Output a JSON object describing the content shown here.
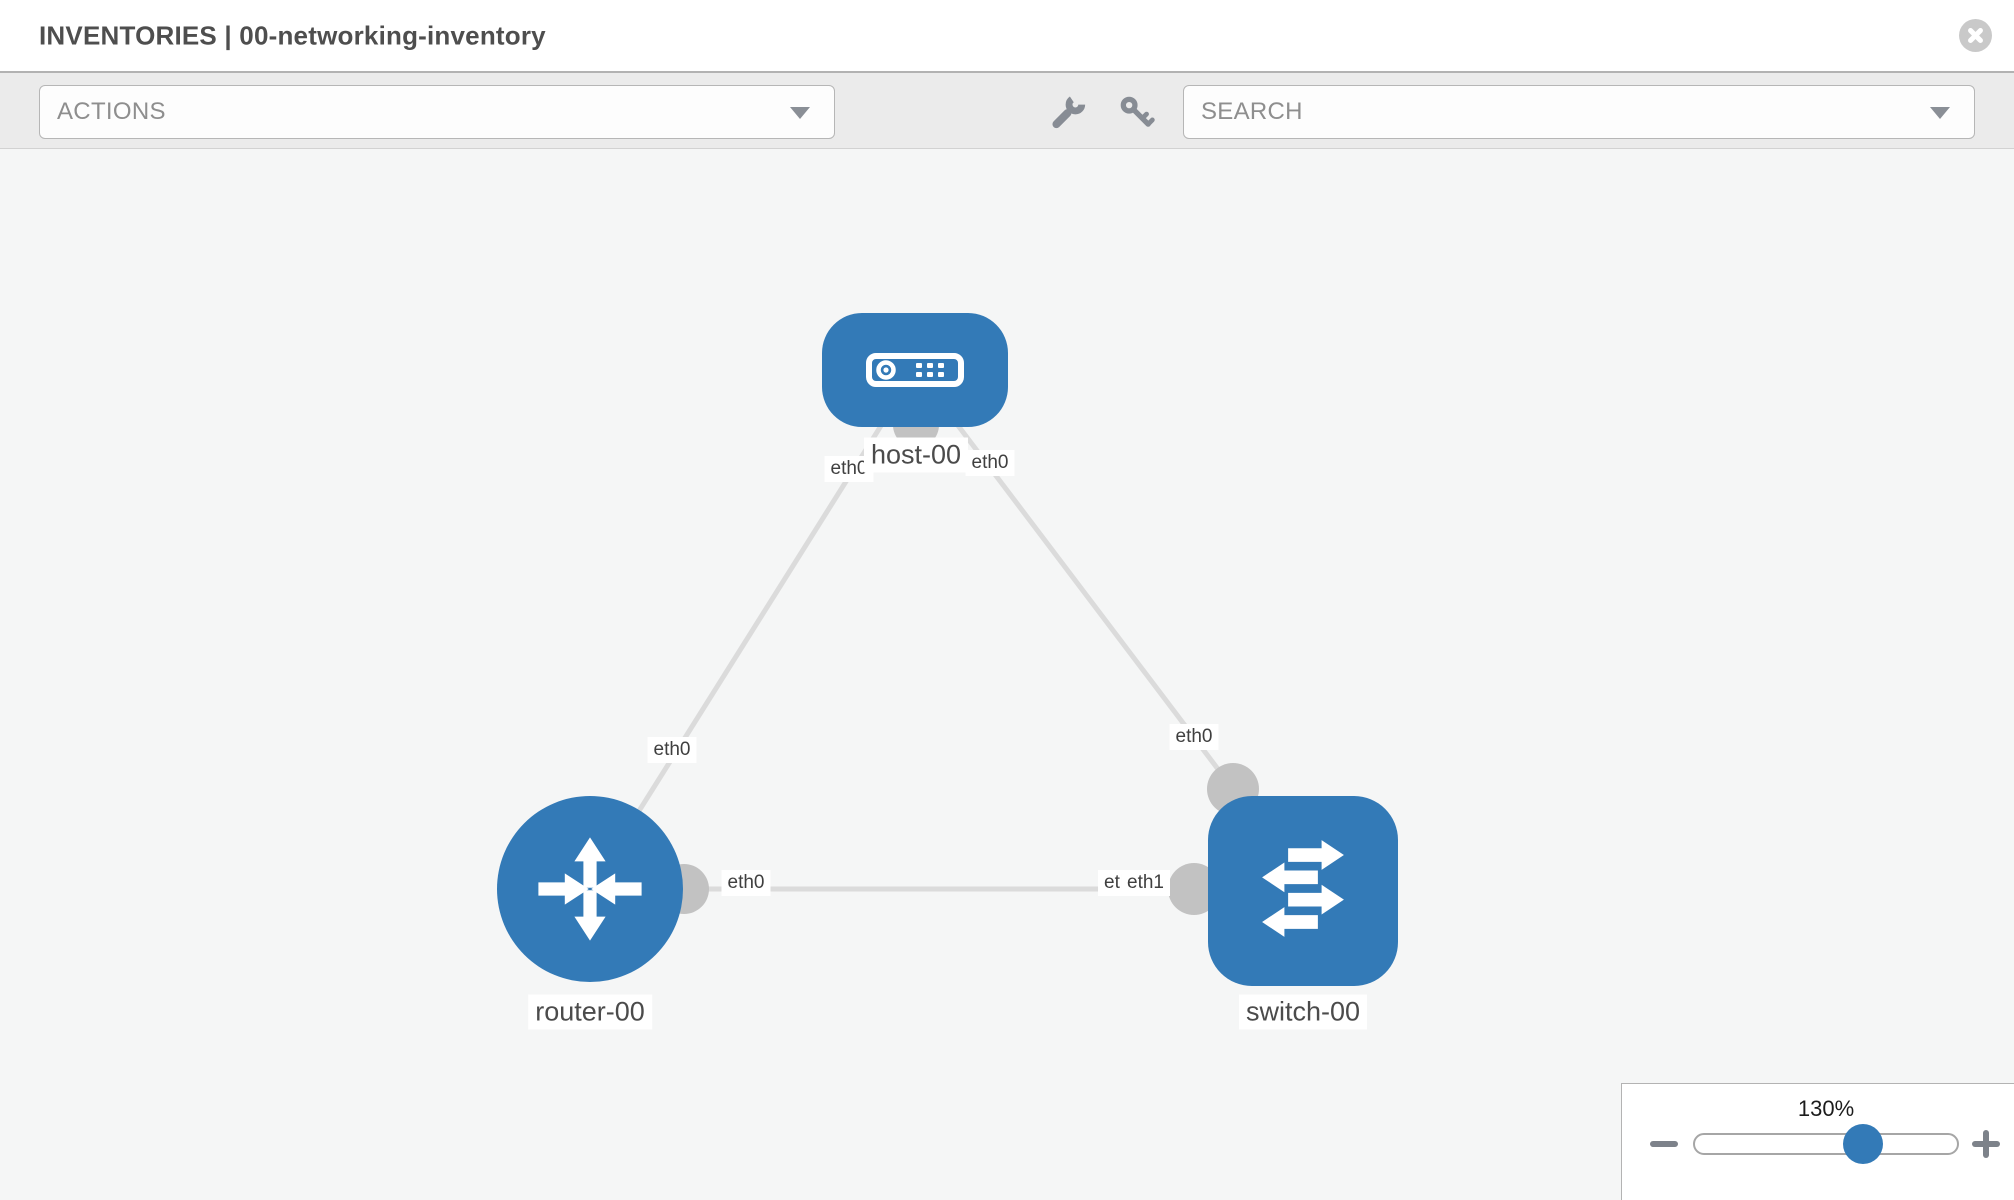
{
  "header": {
    "title": "INVENTORIES | 00-networking-inventory"
  },
  "toolbar": {
    "actions_placeholder": "ACTIONS",
    "search_placeholder": "SEARCH",
    "icons": [
      "wrench-icon",
      "key-icon"
    ]
  },
  "topology": {
    "nodes": [
      {
        "id": "host-00",
        "label": "host-00",
        "type": "host",
        "icon": "server-icon"
      },
      {
        "id": "router-00",
        "label": "router-00",
        "type": "router",
        "icon": "route-arrows-icon"
      },
      {
        "id": "switch-00",
        "label": "switch-00",
        "type": "switch",
        "icon": "exchange-arrows-icon"
      }
    ],
    "links": [
      {
        "from": "host-00",
        "to": "router-00",
        "from_interface": "eth0",
        "to_interface": "eth0"
      },
      {
        "from": "host-00",
        "to": "switch-00",
        "from_interface": "eth0",
        "to_interface": "eth0"
      },
      {
        "from": "router-00",
        "to": "switch-00",
        "from_interface": "eth0",
        "to_interface": "eth1"
      }
    ],
    "interface_labels": [
      {
        "id": "host-router-host-end",
        "text": "eth0"
      },
      {
        "id": "host-router-router-end",
        "text": "eth0"
      },
      {
        "id": "host-switch-host-end",
        "text": "eth0"
      },
      {
        "id": "host-switch-switch-end",
        "text": "eth0"
      },
      {
        "id": "router-switch-router-end",
        "text": "eth0"
      },
      {
        "id": "router-switch-switch-end-back",
        "text": "eth0"
      },
      {
        "id": "router-switch-switch-end-front",
        "text": "eth1"
      }
    ]
  },
  "zoom_control": {
    "level": "130%",
    "value_percent": 130
  },
  "colors": {
    "node_blue": "#337ab7",
    "link_gray": "#dbdbdb",
    "connector_gray": "#c2c2c2",
    "toolbar_bg": "#ebebeb",
    "canvas_bg": "#f5f6f6",
    "slider_thumb_blue": "#337ab7"
  }
}
